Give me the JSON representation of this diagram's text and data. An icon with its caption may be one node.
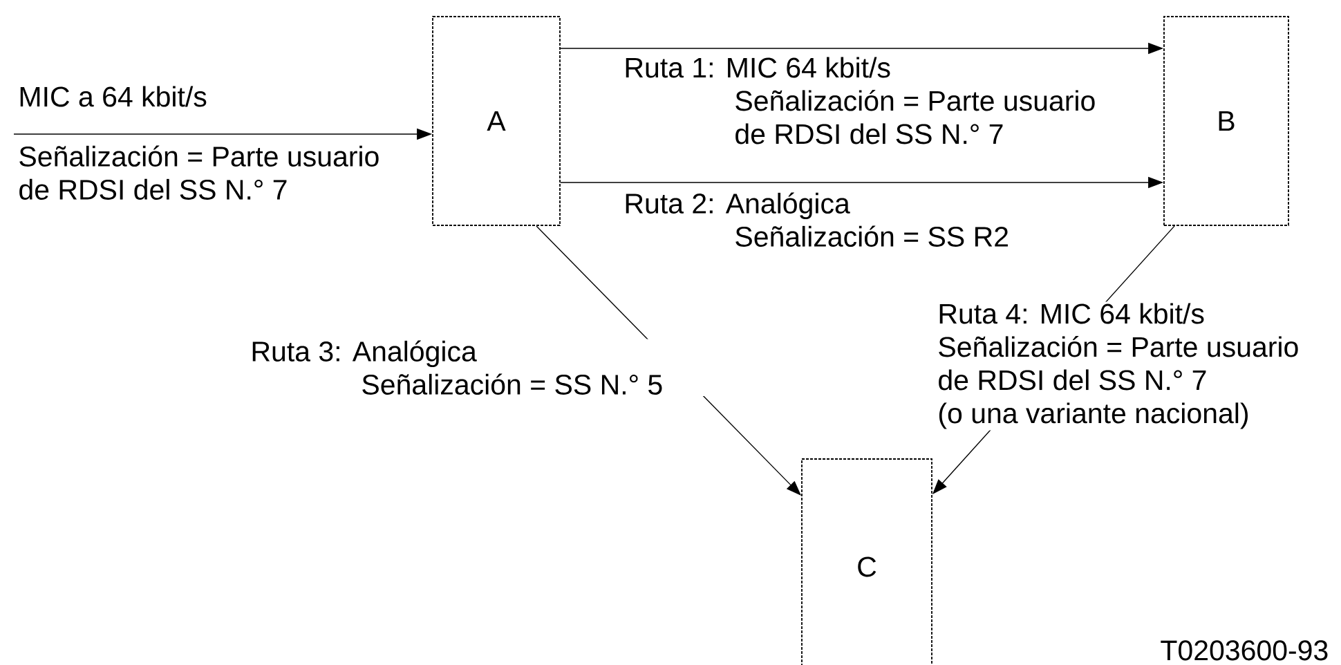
{
  "diagram": {
    "nodes": [
      {
        "text": [
          "A"
        ]
      },
      {
        "text": [
          "B"
        ]
      },
      {
        "text": [
          "C"
        ]
      }
    ],
    "edges": [
      {
        "from": null,
        "to": 0,
        "arrow": "to",
        "label": "MIC a 64 kbit/s"
      },
      {
        "from": 0,
        "to": 1,
        "arrow": "to",
        "label": "Ruta 1: MIC 64 kbit/s Señalización = Parte usuario de RDSI del SS N.° 7"
      },
      {
        "from": 0,
        "to": 1,
        "arrow": "to",
        "label": "Ruta 2: Analógica Señalización = SS R2"
      },
      {
        "from": 0,
        "to": 2,
        "arrow": "to",
        "label": "Ruta 3: Analógica Señalización = SS N.° 5"
      },
      {
        "from": 1,
        "to": 2,
        "arrow": "to",
        "label": "Ruta 4: MIC 64 kbit/s Señalización = Parte usuario de RDSI del SS N.° 7 (o una variante nacional)"
      }
    ],
    "labels": [
      "Señalización = Parte usuario de RDSI del SS N.° 7",
      "T0203600-93"
    ]
  }
}
